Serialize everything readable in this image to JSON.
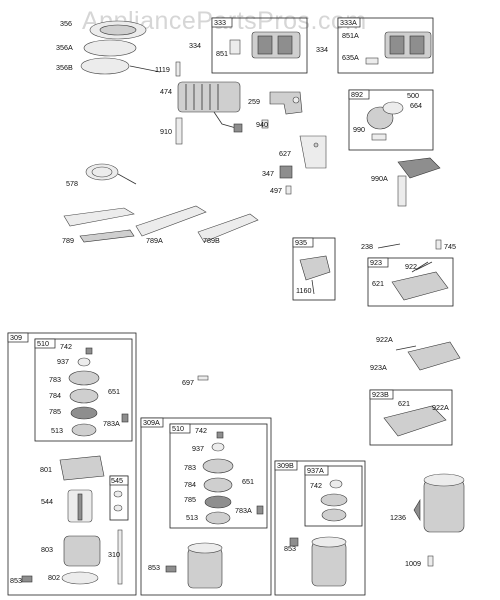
{
  "watermark": "AppliancePartsPros.com",
  "group_tags": {
    "g333": "333",
    "g333A": "333A",
    "g892": "892",
    "g935": "935",
    "g923": "923",
    "g923B": "923B",
    "g309": "309",
    "g510a": "510",
    "g545": "545",
    "g309A": "309A",
    "g510b": "510",
    "g309B": "309B",
    "g937A": "937A"
  },
  "part_labels": {
    "p356": "356",
    "p356A": "356A",
    "p356B": "356B",
    "p334a": "334",
    "p851a": "851",
    "p334b": "334",
    "p851A": "851A",
    "p635A": "635A",
    "p1119": "1119",
    "p474": "474",
    "p910": "910",
    "p259": "259",
    "p940": "940",
    "p500": "500",
    "p664": "664",
    "p990": "990",
    "p990A": "990A",
    "p578": "578",
    "p627": "627",
    "p347": "347",
    "p497": "497",
    "p789": "789",
    "p789A": "789A",
    "p789B": "789B",
    "p238": "238",
    "p745": "745",
    "p1160": "1160",
    "p922": "922",
    "p621a": "621",
    "p922A": "922A",
    "p923A": "923A",
    "p621b": "621",
    "p922Ab": "922A",
    "p742a": "742",
    "p937a": "937",
    "p783a": "783",
    "p784a": "784",
    "p785a": "785",
    "p513a": "513",
    "p651a": "651",
    "p783Aa": "783A",
    "p801": "801",
    "p544": "544",
    "p803": "803",
    "p310": "310",
    "p853a": "853",
    "p802": "802",
    "p697": "697",
    "p742b": "742",
    "p937b": "937",
    "p783b": "783",
    "p784b": "784",
    "p785b": "785",
    "p513b": "513",
    "p651b": "651",
    "p783Ab": "783A",
    "p853b": "853",
    "p742c": "742",
    "p853c": "853",
    "p1236": "1236",
    "p1009": "1009"
  }
}
